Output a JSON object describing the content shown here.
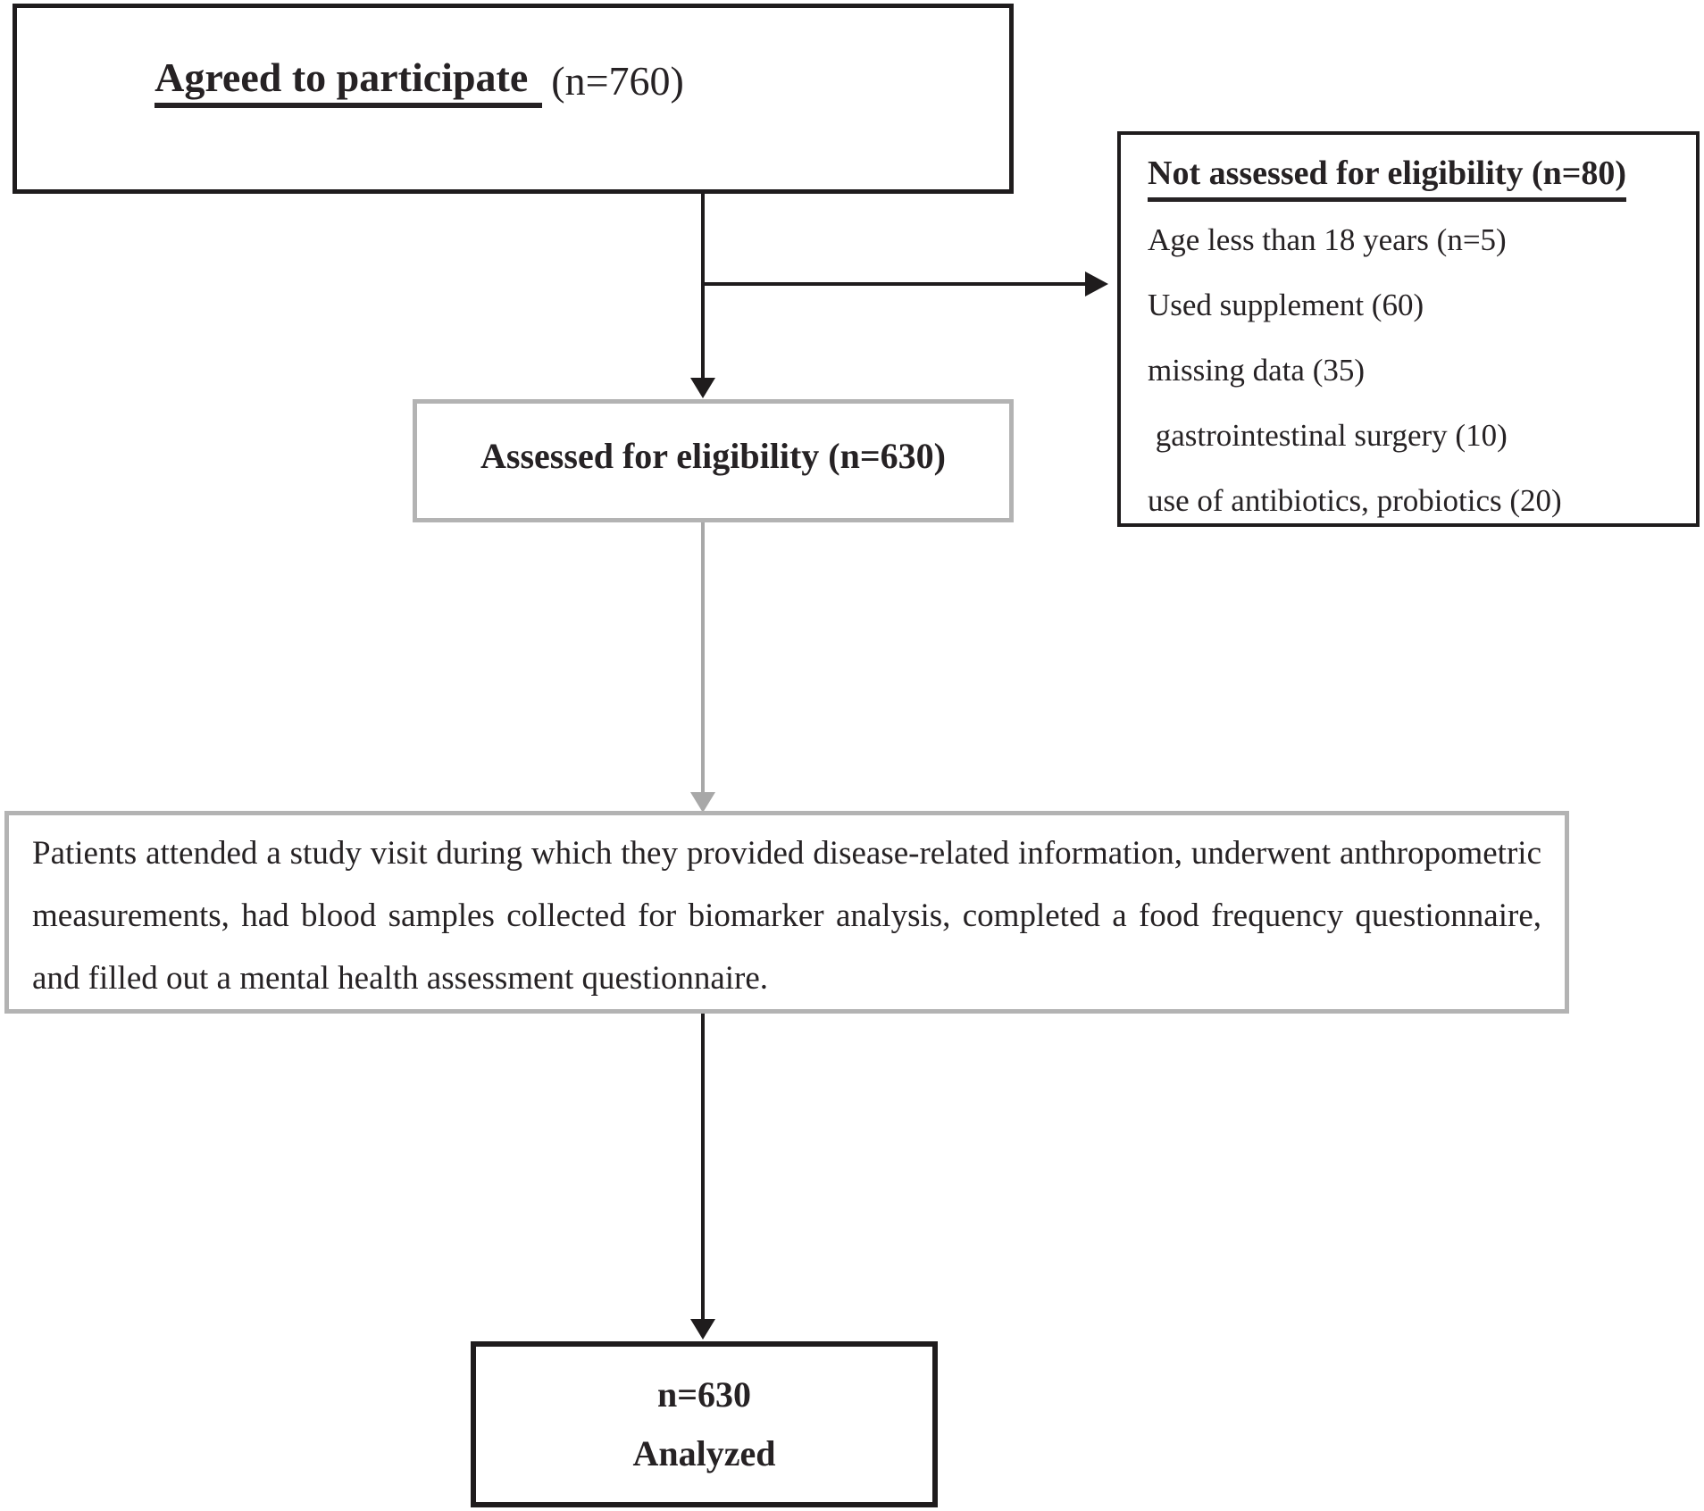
{
  "palette": {
    "ink": "#262224",
    "border-black": "#1f1c1d",
    "border-gray": "#b3b3b3",
    "arrow-gray": "#a8a8a8"
  },
  "agreed": {
    "title": "Agreed to participate",
    "n": "(n=760)"
  },
  "not_assessed": {
    "title": "Not assessed for eligibility (n=80)",
    "items": [
      "Age less than 18 years (n=5)",
      "Used supplement (60)",
      "missing data (35)",
      " gastrointestinal surgery (10)",
      "use of antibiotics, probiotics (20)"
    ]
  },
  "assessed": {
    "label": "Assessed for eligibility (n=630)"
  },
  "study_visit": {
    "text": "Patients attended a study visit during which they provided disease-related information, underwent anthropometric measurements, had blood samples collected for biomarker analysis, completed a food frequency questionnaire, and filled out a mental health assessment questionnaire."
  },
  "analyzed": {
    "n": "n=630",
    "label": "Analyzed"
  }
}
